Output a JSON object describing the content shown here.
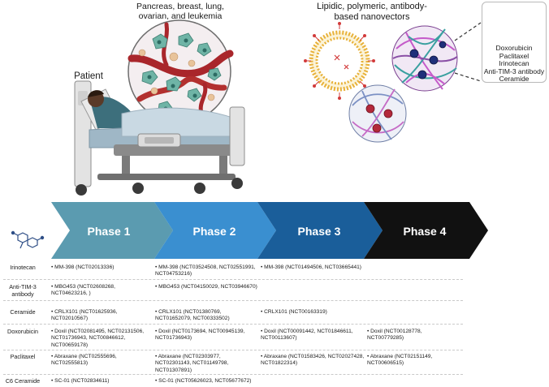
{
  "illustration": {
    "tumor_label": "Pancreas, breast, lung, ovarian, and leukemia",
    "patient_label": "Patient",
    "nanovector_label": "Lipidic, polymeric, antibody-based nanovectors",
    "drug_list": [
      "Doxorubicin",
      "Paclitaxel",
      "Irinotecan",
      "Anti-TIM-3 antibody",
      "Ceramide"
    ]
  },
  "phases": [
    {
      "label": "Phase 1",
      "color": "#5b9bb0"
    },
    {
      "label": "Phase 2",
      "color": "#3a8fd0"
    },
    {
      "label": "Phase 3",
      "color": "#1a5e9a"
    },
    {
      "label": "Phase 4",
      "color": "#111111"
    }
  ],
  "trials": [
    {
      "drug": "Irinotecan",
      "cells": [
        "• MM-398 (NCT02013336)",
        "• MM-398 (NCT03524508, NCT02551991, NCT04753216)",
        "• MM-398 (NCT01494506, NCT03665441)",
        ""
      ]
    },
    {
      "drug": "Anti-TIM-3 antibody",
      "cells": [
        "• MBG453 (NCT02608268, NCT04623216, )",
        "• MBG453 (NCT04150029, NCT03946670)",
        "",
        ""
      ]
    },
    {
      "drug": "Ceramide",
      "cells": [
        "• CRLX101 (NCT01625936, NCT02010567)",
        "• CRLX101 (NCT01380769, NCT01652079, NCT00333502)",
        "• CRLX101 (NCT00163319)",
        ""
      ]
    },
    {
      "drug": "Doxorubicin",
      "cells": [
        "• Doxil (NCT02081495, NCT02131506, NCT01736943, NCT00846612, NCT00659178)",
        "• Doxil (NCT0173694, NCT00945139, NCT01736943)",
        "• Doxil (NCT00091442, NCT01846611, NCT00113607)",
        "• Doxil (NCT00128778, NCT00779285)"
      ]
    },
    {
      "drug": "Paclitaxel",
      "cells": [
        "• Abraxane (NCT02555696, NCT02555813)",
        "• Abraxane (NCT02303977, NCT02301143, NCT01149798, NCT01307891)",
        "• Abraxane (NCT01583426, NCT02027428, NCT01822314)",
        "• Abraxane (NCT02151149, NCT00606515)"
      ]
    },
    {
      "drug": "C6 Ceramide",
      "cells": [
        "• SC-01 (NCT02834611)",
        "• SC-01 (NCT05626023, NCT05677672)",
        "",
        ""
      ]
    }
  ]
}
